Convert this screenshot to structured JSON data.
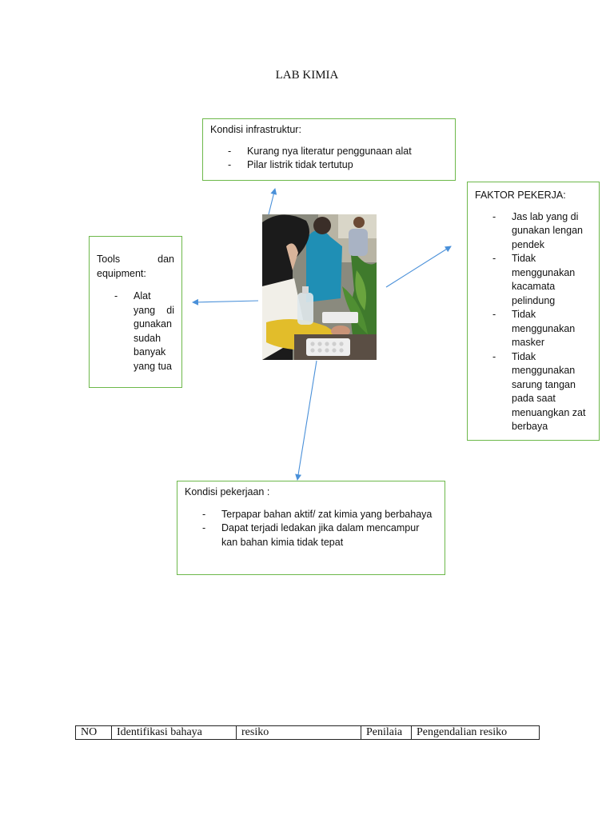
{
  "title": "LAB KIMIA",
  "boxes": {
    "infrastructure": {
      "heading": "Kondisi infrastruktur:",
      "items": [
        "Kurang nya literatur penggunaan alat",
        "Pilar listrik tidak tertutup"
      ]
    },
    "worker": {
      "heading": "FAKTOR PEKERJA:",
      "items": [
        "Jas lab yang di gunakan lengan pendek",
        "Tidak menggunakan kacamata pelindung",
        "Tidak menggunakan masker",
        "Tidak menggunakan sarung tangan pada saat menuangkan zat berbaya"
      ]
    },
    "tools": {
      "heading": "Tools dan equipment:",
      "items": [
        "Alat yang di gunakan sudah banyak yang tua"
      ]
    },
    "work": {
      "heading": "Kondisi pekerjaan :",
      "items": [
        "Terpapar bahan aktif/ zat kimia yang berbahaya",
        "Dapat terjadi ledakan jika dalam mencampur kan bahan kimia tidak tepat"
      ]
    }
  },
  "table": {
    "headers": [
      "NO",
      "Identifikasi bahaya",
      "resiko",
      "Penilaia",
      "Pengendalian resiko"
    ]
  },
  "colors": {
    "box_border": "#6db84a",
    "arrow": "#4a90d9"
  }
}
